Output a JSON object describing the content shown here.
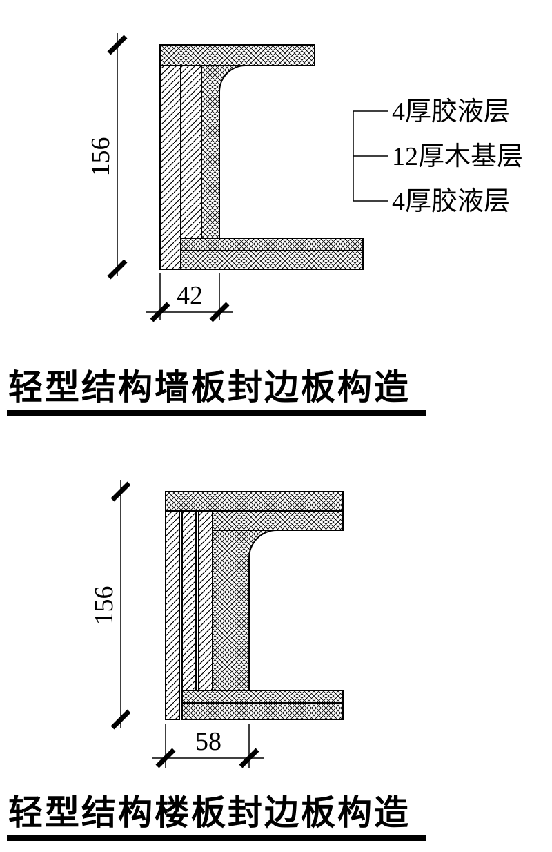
{
  "page": {
    "paper_color": "#ffffff",
    "ink_color": "#000000"
  },
  "wall_detail": {
    "title": "轻型结构墙板封边板构造",
    "height_dim": "156",
    "width_dim": "42",
    "layer_labels": [
      "4厚胶液层",
      "12厚木基层",
      "4厚胶液层"
    ]
  },
  "floor_detail": {
    "title": "轻型结构楼板封边板构造",
    "height_dim": "156",
    "width_dim": "58"
  }
}
